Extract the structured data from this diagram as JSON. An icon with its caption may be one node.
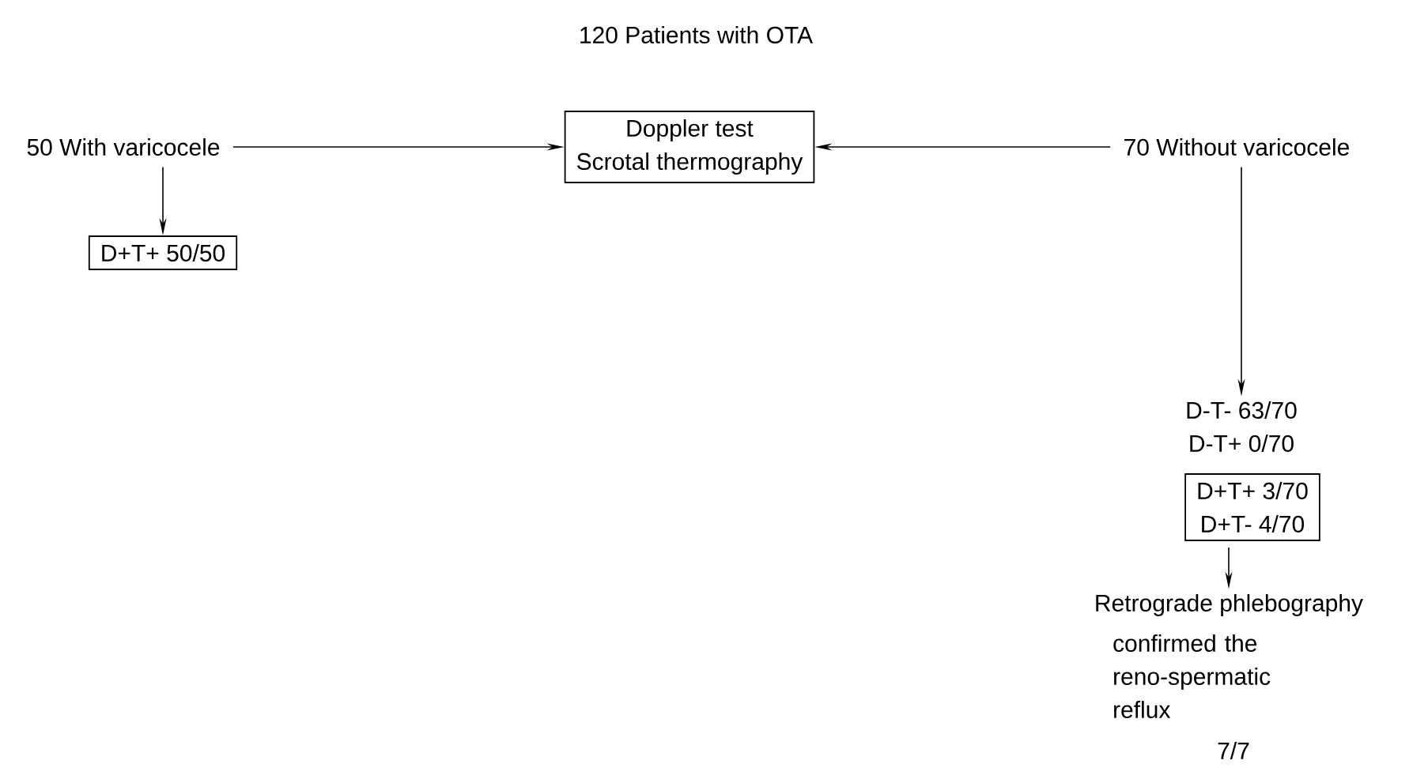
{
  "diagram": {
    "title": "120 Patients with OTA",
    "nodes": [
      {
        "text": [
          "50 With varicocele"
        ]
      },
      {
        "text": [
          "Doppler test",
          "Scrotal thermography"
        ]
      },
      {
        "text": [
          "70 Without varicocele"
        ]
      },
      {
        "text": [
          "D+T+ 50/50"
        ]
      },
      {
        "text": [
          "D-T- 63/70",
          "D-T+ 0/70"
        ]
      },
      {
        "text": [
          "D+T+ 3/70",
          "D+T- 4/70"
        ]
      },
      {
        "text": [
          "Retrograde phlebography"
        ],
        "beside": [
          "confirmed the reno-spermatic reflux",
          "7/7"
        ]
      }
    ],
    "edges": [
      {
        "from": 0,
        "to": 1,
        "arrow": "to"
      },
      {
        "from": 2,
        "to": 1,
        "arrow": "to"
      },
      {
        "from": 0,
        "to": 3,
        "arrow": "to"
      },
      {
        "from": 2,
        "to": 4,
        "arrow": "to"
      },
      {
        "from": 5,
        "to": 6,
        "arrow": "to"
      }
    ]
  }
}
